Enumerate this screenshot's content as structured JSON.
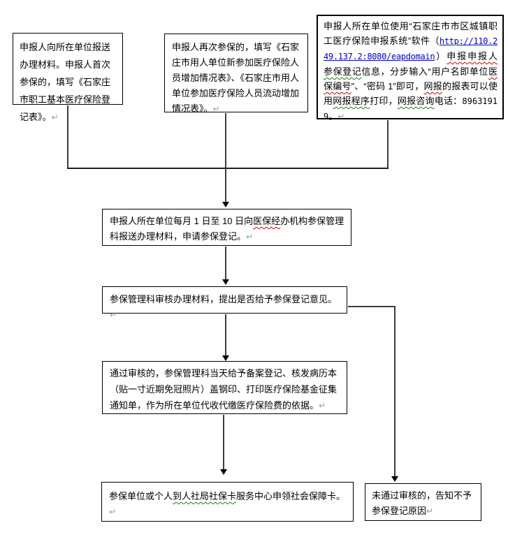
{
  "colors": {
    "page_bg": "#ffffff",
    "text": "#000000",
    "box_border": "#000000",
    "line": "#3c3c3c",
    "arrow": "#000000",
    "link": "#0000cc",
    "squiggle_red": "#d00000",
    "squiggle_green": "#1f7a1f",
    "return_mark": "#8a9ab0"
  },
  "boxes": {
    "submit_to_employer": {
      "segments": [
        {
          "t": "申报人向所在单位报送办理材料。申报人首次参保的，填写《石家庄市职工基本医疗保险登记表》。",
          "s": "plain"
        },
        {
          "t": "↵",
          "s": "ret"
        }
      ]
    },
    "reenrollment_forms": {
      "segments": [
        {
          "t": "申报人再次参保的，填写《石家庄市用人单位新参加医疗保险人员增加情况表》、《石家庄市用人单位参加医疗保险人员流动增加情况表》。",
          "s": "plain"
        },
        {
          "t": "↵",
          "s": "ret"
        }
      ]
    },
    "online_declaration_system": {
      "segments": [
        {
          "t": "申报人所在单位使用“石家庄市市区城镇职工医疗保险申报系统”软件（",
          "s": "plain"
        },
        {
          "t": "http://110.249.137.2:8080/eapdomain",
          "s": "link"
        },
        {
          "t": "）",
          "s": "plain"
        },
        {
          "t": "申报申报人",
          "s": "red"
        },
        {
          "t": "参保登记",
          "s": "green"
        },
        {
          "t": "信息，分步输入“用户名即单位",
          "s": "plain"
        },
        {
          "t": "医保编号",
          "s": "red"
        },
        {
          "t": "”、“密码 1”即可，",
          "s": "plain"
        },
        {
          "t": "网报",
          "s": "red"
        },
        {
          "t": "的报表可以使用",
          "s": "plain"
        },
        {
          "t": "网报程序",
          "s": "green"
        },
        {
          "t": "打印，",
          "s": "plain"
        },
        {
          "t": "网报咨询",
          "s": "green"
        },
        {
          "t": "电话：",
          "s": "plain"
        },
        {
          "t": "89631919",
          "s": "mono"
        },
        {
          "t": "。",
          "s": "plain"
        },
        {
          "t": "↵",
          "s": "ret"
        }
      ]
    },
    "monthly_submission": {
      "segments": [
        {
          "t": "申报人所在单位每月 1 日至 10 日向",
          "s": "plain"
        },
        {
          "t": "医保经",
          "s": "red"
        },
        {
          "t": "办机构参保管理科报送办理材料，申请参保登记。",
          "s": "plain"
        },
        {
          "t": "↵",
          "s": "ret"
        }
      ]
    },
    "review_materials": {
      "segments": [
        {
          "t": "参保管理科审核办理材料，提出是否给予参保登记意见。",
          "s": "plain"
        },
        {
          "t": "↵",
          "s": "ret"
        }
      ]
    },
    "approved_registration": {
      "segments": [
        {
          "t": "通过审核的，参保管理科当天给予备案登记、核发病历本（贴一寸近期免冠照片）盖钢印、打印医疗保险基金征集通知单，作为所在单位代收代缴医疗保险费的依据。",
          "s": "plain"
        },
        {
          "t": "↵",
          "s": "ret"
        }
      ]
    },
    "social_security_card": {
      "segments": [
        {
          "t": "参保单位或个人",
          "s": "plain"
        },
        {
          "t": "到人社局社保卡",
          "s": "green"
        },
        {
          "t": "服务中心申领社会保障卡。",
          "s": "plain"
        },
        {
          "t": "↵",
          "s": "ret"
        }
      ]
    },
    "rejection_notice": {
      "segments": [
        {
          "t": "未通过审核的，告知不予参保登记原因",
          "s": "plain"
        },
        {
          "t": "↵",
          "s": "ret"
        }
      ]
    }
  }
}
